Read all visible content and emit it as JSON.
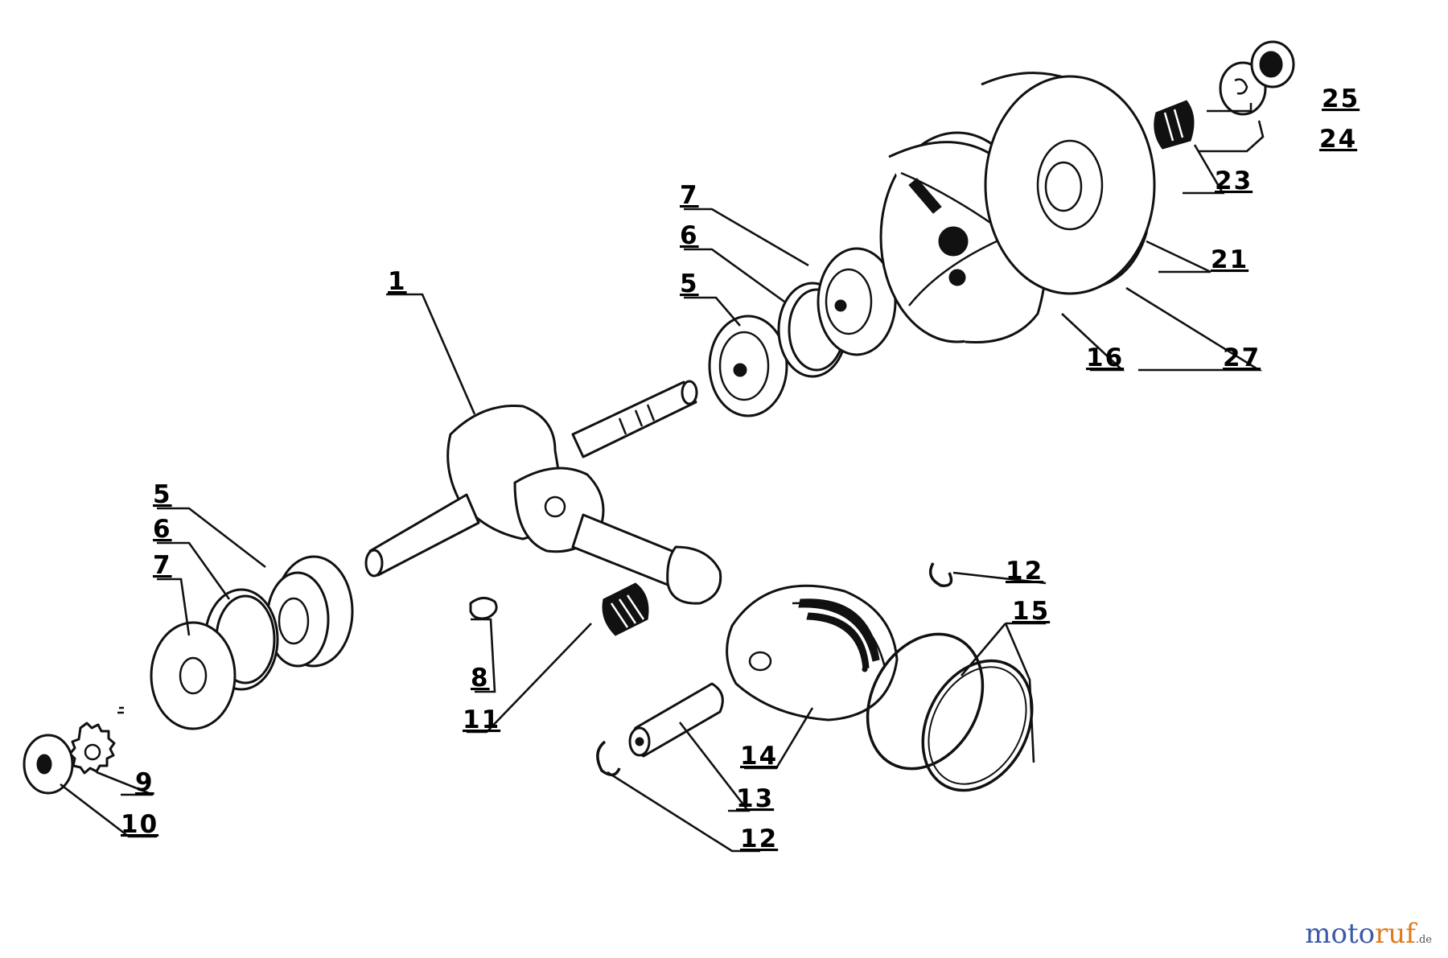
{
  "diagram": {
    "labels": {
      "p1": "1",
      "p5a": "5",
      "p6a": "6",
      "p7a": "7",
      "p5b": "5",
      "p6b": "6",
      "p7b": "7",
      "p8": "8",
      "p9": "9",
      "p10": "10",
      "p11": "11",
      "p12a": "12",
      "p12b": "12",
      "p13": "13",
      "p14": "14",
      "p15": "15",
      "p16": "16",
      "p21": "21",
      "p23": "23",
      "p24": "24",
      "p25": "25",
      "p27": "27"
    }
  },
  "watermark": {
    "moto": "moto",
    "ruf": "ruf",
    "tld": ".de"
  }
}
